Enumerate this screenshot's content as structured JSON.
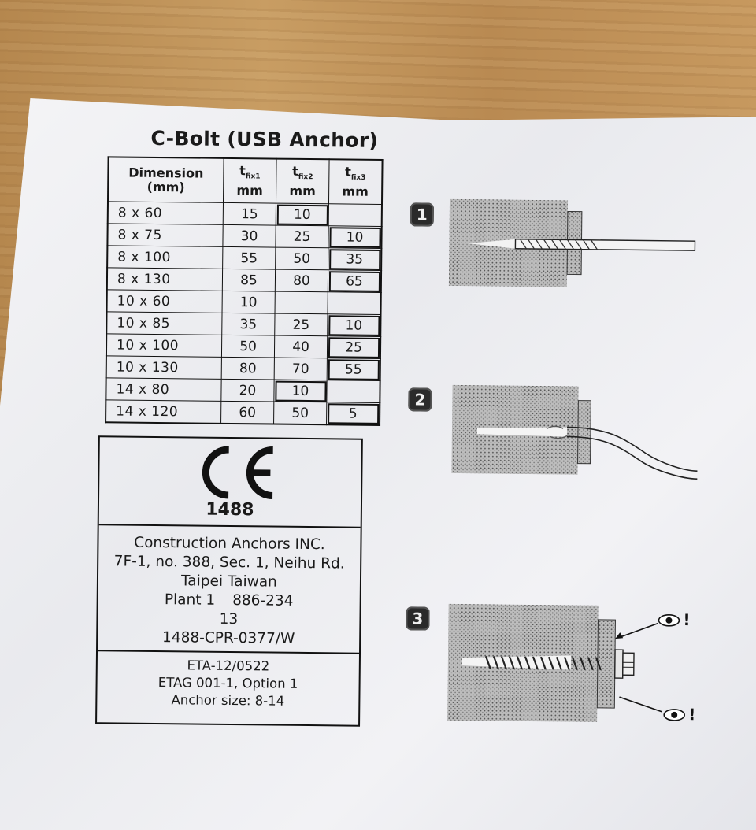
{
  "title": "C-Bolt (USB Anchor)",
  "table": {
    "header": {
      "dimension": "Dimension",
      "dimension_unit": "(mm)",
      "cols": [
        {
          "symbol": "t",
          "sub": "fix1",
          "unit": "mm"
        },
        {
          "symbol": "t",
          "sub": "fix2",
          "unit": "mm"
        },
        {
          "symbol": "t",
          "sub": "fix3",
          "unit": "mm"
        }
      ]
    },
    "rows": [
      {
        "dim": "8 x  60",
        "t1": "15",
        "t2": "10",
        "t3": ""
      },
      {
        "dim": "8 x  75",
        "t1": "30",
        "t2": "25",
        "t3": "10"
      },
      {
        "dim": "8 x 100",
        "t1": "55",
        "t2": "50",
        "t3": "35"
      },
      {
        "dim": "8 x 130",
        "t1": "85",
        "t2": "80",
        "t3": "65"
      },
      {
        "dim": "10 x  60",
        "t1": "10",
        "t2": "",
        "t3": ""
      },
      {
        "dim": "10 x  85",
        "t1": "35",
        "t2": "25",
        "t3": "10"
      },
      {
        "dim": "10 x 100",
        "t1": "50",
        "t2": "40",
        "t3": "25"
      },
      {
        "dim": "10 x 130",
        "t1": "80",
        "t2": "70",
        "t3": "55"
      },
      {
        "dim": "14 x  80",
        "t1": "20",
        "t2": "10",
        "t3": ""
      },
      {
        "dim": "14 x 120",
        "t1": "60",
        "t2": "50",
        "t3": "5"
      }
    ]
  },
  "certification": {
    "mark": "CE",
    "notified_body": "1488",
    "manufacturer": "Construction Anchors INC.",
    "address": "7F-1, no. 388, Sec. 1, Neihu Rd.",
    "city": "Taipei Taiwan",
    "plant": "Plant 1",
    "plant_code": "886-234",
    "year": "13",
    "certificate": "1488-CPR-0377/W",
    "eta": "ETA-12/0522",
    "etag": "ETAG 001-1, Option 1",
    "anchor_size": "Anchor size: 8-14"
  },
  "steps": [
    {
      "number": "1",
      "icon": "drill-icon"
    },
    {
      "number": "2",
      "icon": "blow-out-icon"
    },
    {
      "number": "3",
      "icon": "screw-install-icon",
      "marks": [
        "!",
        "!"
      ]
    }
  ]
}
